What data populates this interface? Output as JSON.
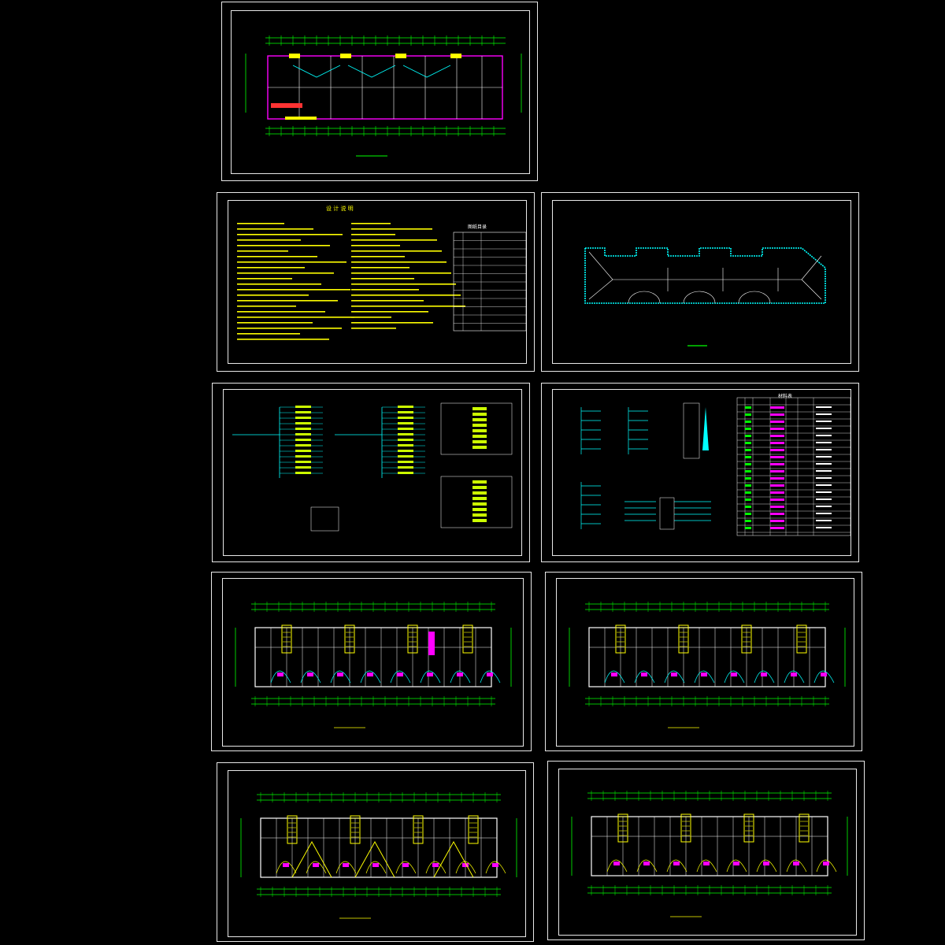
{
  "drawing_set": {
    "sheet_count": 9,
    "colors": {
      "background": "#000000",
      "frame": "#e8e8e8",
      "dimension": "#00ff00",
      "wall": "#ff00ff",
      "wiring": "#00ffff",
      "text": "#ffff00",
      "lines": "#ffffff"
    }
  },
  "sheets": [
    {
      "id": "sheet-1",
      "kind": "floor-plan"
    },
    {
      "id": "sheet-2",
      "kind": "notes-and-legend"
    },
    {
      "id": "sheet-3",
      "kind": "roof-plan"
    },
    {
      "id": "sheet-4",
      "kind": "distribution-diagrams"
    },
    {
      "id": "sheet-5",
      "kind": "system-diagrams-and-materials-table"
    },
    {
      "id": "sheet-6",
      "kind": "floor-plan"
    },
    {
      "id": "sheet-7",
      "kind": "floor-plan"
    },
    {
      "id": "sheet-8",
      "kind": "floor-plan"
    },
    {
      "id": "sheet-9",
      "kind": "floor-plan"
    }
  ],
  "notes_sheet": {
    "heading": "设 计 说 明",
    "table_heading": "图纸目录"
  },
  "materials_sheet": {
    "table_heading": "材料表"
  }
}
